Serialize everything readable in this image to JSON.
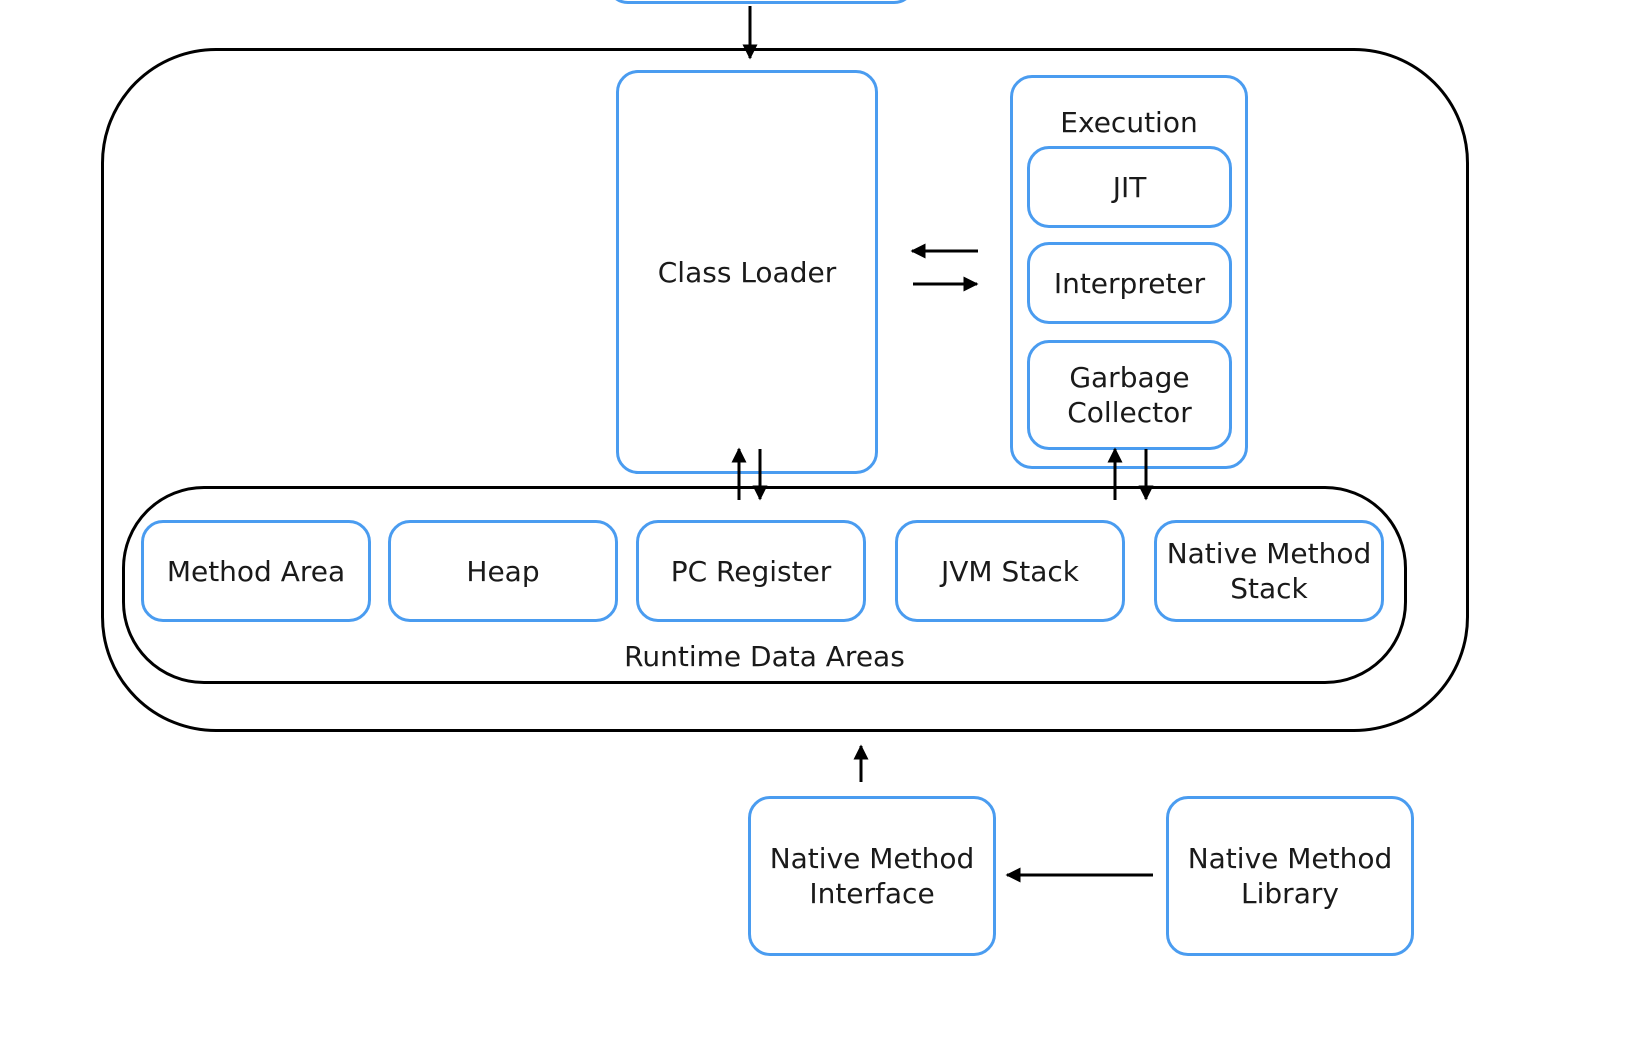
{
  "colors": {
    "component_border": "#4a9cf0",
    "container_border": "#000000",
    "text": "#1a1a1a",
    "arrow": "#000000"
  },
  "diagram": {
    "class_loader": "Class Loader",
    "execution": {
      "title": "Execution",
      "jit": "JIT",
      "interpreter": "Interpreter",
      "garbage_collector": "Garbage\nCollector"
    },
    "runtime_data_areas": {
      "title": "Runtime Data Areas",
      "method_area": "Method Area",
      "heap": "Heap",
      "pc_register": "PC Register",
      "jvm_stack": "JVM Stack",
      "native_method_stack": "Native Method\nStack"
    },
    "native_method_interface": "Native Method\nInterface",
    "native_method_library": "Native Method\nLibrary"
  }
}
